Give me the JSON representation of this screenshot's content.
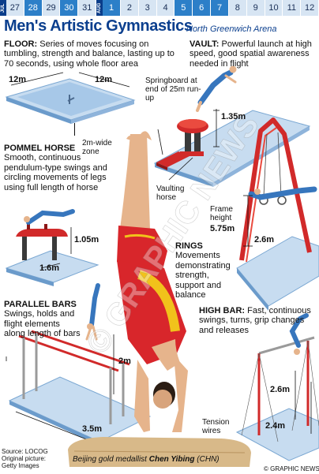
{
  "date_strip": {
    "months": [
      "JUL",
      "AUG"
    ],
    "days_jul": [
      "27",
      "28",
      "29",
      "30",
      "31"
    ],
    "days_aug": [
      "1",
      "2",
      "3",
      "4",
      "5",
      "6",
      "7",
      "8",
      "9",
      "10",
      "11",
      "12"
    ],
    "highlighted_days": [
      "28",
      "30",
      "1",
      "5",
      "6",
      "7"
    ]
  },
  "header": {
    "title": "Men's Artistic Gymnastics",
    "venue": "North Greenwich Arena"
  },
  "floor": {
    "heading": "FLOOR:",
    "text": "Series of moves focusing on tumbling, strength and balance, lasting up to 70 seconds, using whole floor area",
    "dim_left": "12m",
    "dim_right": "12m",
    "zone_label": "2m-wide zone"
  },
  "vault": {
    "heading": "VAULT:",
    "text": "Powerful launch at high speed, good spatial awareness needed in flight",
    "springboard_label": "Springboard at end of 25m run-up",
    "height": "1.35m",
    "horse_label": "Vaulting horse"
  },
  "pommel_horse": {
    "heading": "POMMEL HORSE",
    "text": "Smooth, continuous pendulum-type swings and circling movements of legs using full length of horse",
    "height": "1.05m",
    "length": "1.6m"
  },
  "rings": {
    "heading": "RINGS",
    "text": "Movements demonstrating strength, support and balance",
    "frame_label": "Frame height",
    "frame_height": "5.75m",
    "ring_height": "2.6m"
  },
  "parallel_bars": {
    "heading": "PARALLEL BARS",
    "text": "Swings, holds and flight elements along length of bars",
    "height": "2m",
    "length": "3.5m"
  },
  "high_bar": {
    "heading": "HIGH BAR:",
    "text": "Fast, continuous swings, turns, grip changes and releases",
    "height": "2.6m",
    "length": "2.4m",
    "wires_label": "Tension wires"
  },
  "watermark": "© GRAPHIC NEWS",
  "credits": {
    "source": "Source: LOCOG",
    "original": "Original picture:",
    "agency": "Getty Images",
    "copyright": "© GRAPHIC NEWS"
  },
  "caption": {
    "prefix": "Beijing gold medallist",
    "name": "Chen Yibing",
    "suffix": "(CHN)"
  },
  "colors": {
    "title_blue": "#0b3f8e",
    "floor_blue": "#c7dcf0",
    "apparatus_red": "#d12a2a",
    "jersey_red": "#d8262b",
    "jersey_yellow": "#f1c21b"
  }
}
